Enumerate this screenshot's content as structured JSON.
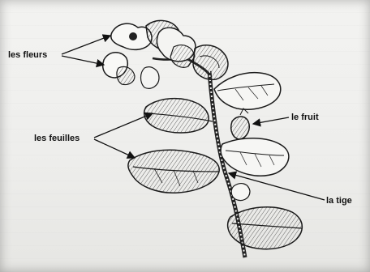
{
  "labels": {
    "flowers": "les fleurs",
    "fruit": "le fruit",
    "leaves": "les feuilles",
    "stem": "la tige"
  },
  "colors": {
    "ink": "#1a1a1a",
    "paper": "#f2f2f0"
  }
}
